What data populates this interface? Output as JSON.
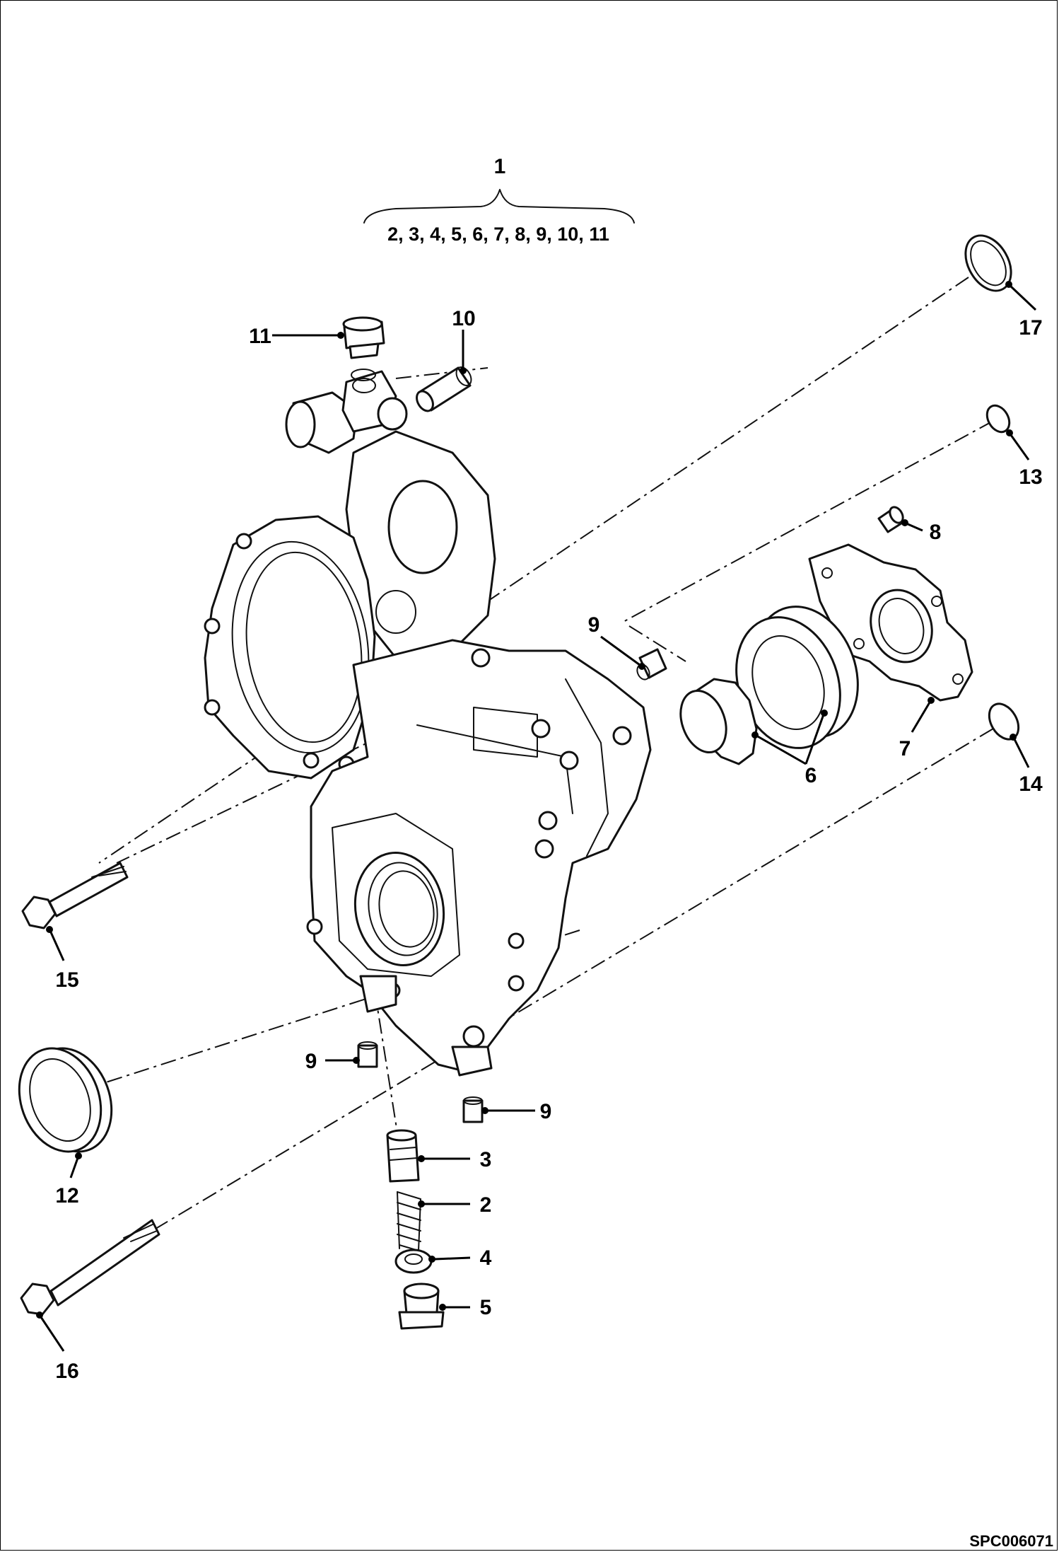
{
  "diagram": {
    "group_callout": "1",
    "group_members": "2, 3, 4, 5, 6, 7, 8, 9, 10, 11",
    "figure_code": "SPC006071",
    "callouts": {
      "c2": "2",
      "c3": "3",
      "c4": "4",
      "c5": "5",
      "c6": "6",
      "c7": "7",
      "c8": "8",
      "c9a": "9",
      "c9b": "9",
      "c9c": "9",
      "c10": "10",
      "c11": "11",
      "c12": "12",
      "c13": "13",
      "c14": "14",
      "c15": "15",
      "c16": "16",
      "c17": "17"
    }
  }
}
